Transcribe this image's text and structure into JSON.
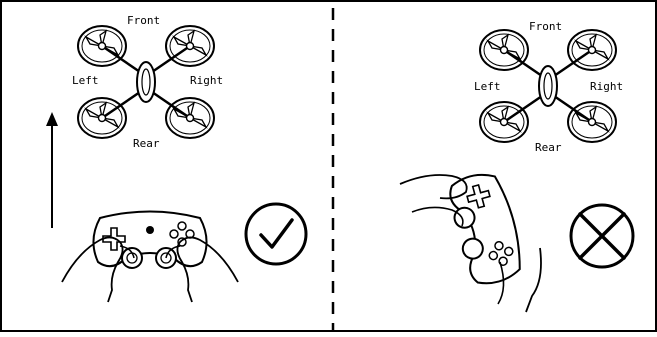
{
  "left_panel": {
    "drone_labels": {
      "front": "Front",
      "left": "Left",
      "right": "Right",
      "rear": "Rear"
    },
    "indicator": "check-mark",
    "controller_orientation": "held-horizontal",
    "motion_arrow": "upward"
  },
  "right_panel": {
    "drone_labels": {
      "front": "Front",
      "left": "Left",
      "right": "Right",
      "rear": "Rear"
    },
    "indicator": "cross-mark",
    "controller_orientation": "held-rotated"
  },
  "colors": {
    "line": "#000000",
    "background": "#ffffff"
  }
}
